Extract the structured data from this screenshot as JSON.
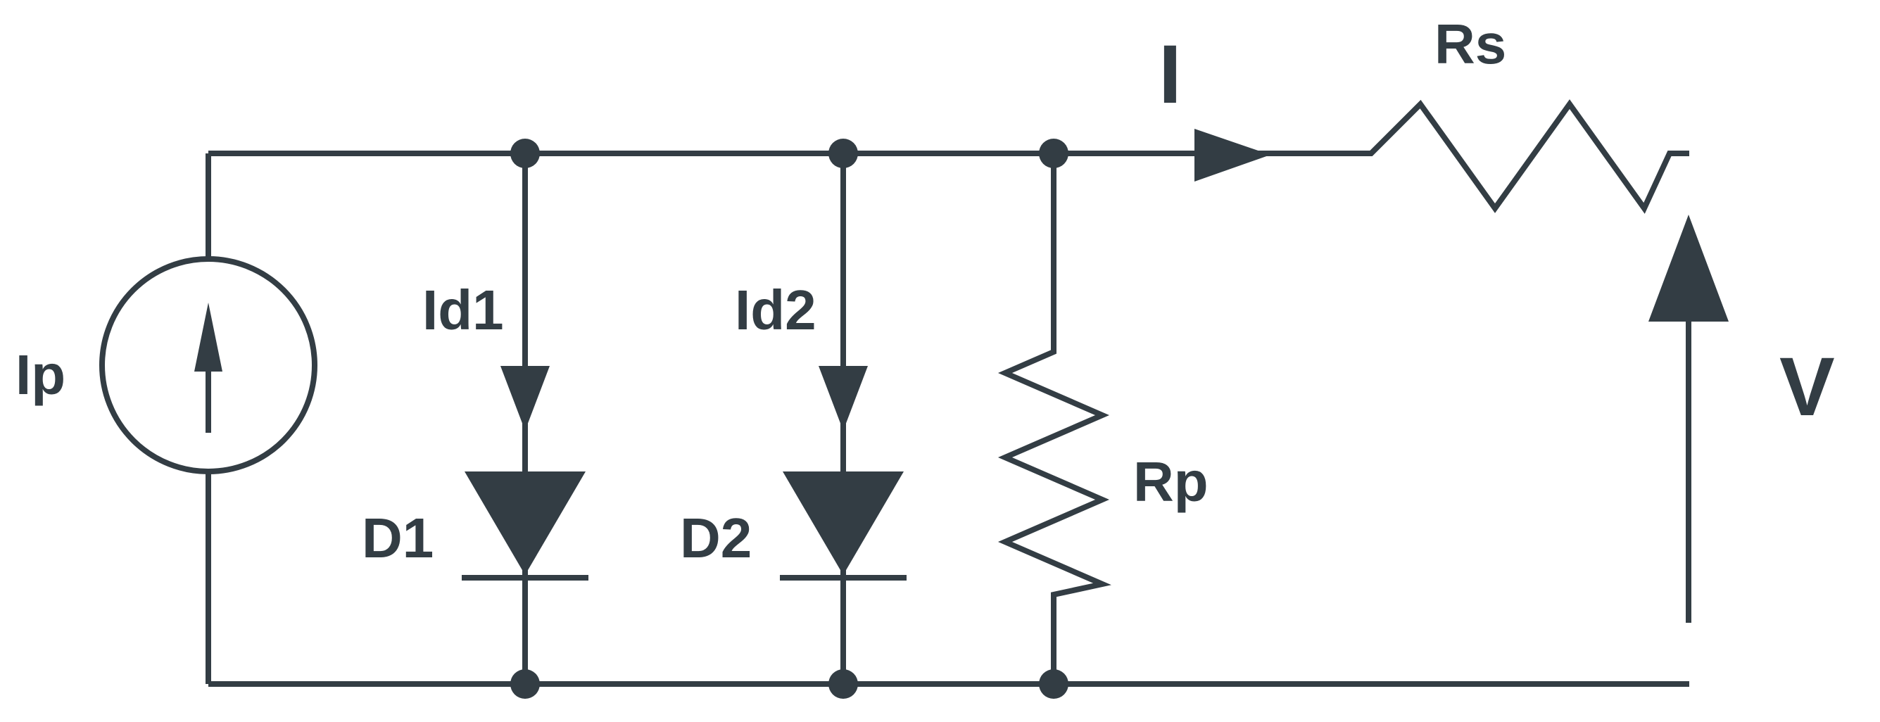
{
  "labels": {
    "current_source": "Ip",
    "diode_current_1": "Id1",
    "diode_current_2": "Id2",
    "diode_1": "D1",
    "diode_2": "D2",
    "parallel_resistor": "Rp",
    "series_resistor": "Rs",
    "output_current": "I",
    "output_voltage": "V"
  },
  "colors": {
    "ink": "#333d44",
    "background": "#ffffff"
  }
}
